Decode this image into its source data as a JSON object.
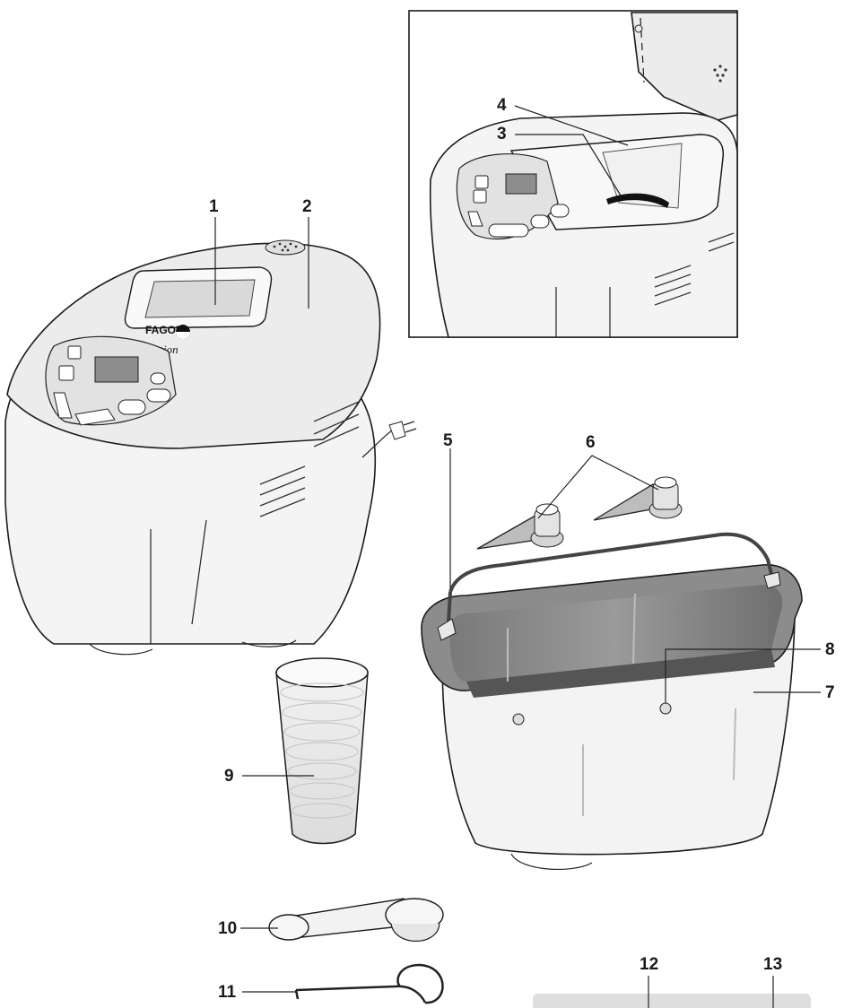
{
  "brand": "FAGOR",
  "model": "Tentation",
  "callouts": {
    "c1": "1",
    "c2": "2",
    "c3": "3",
    "c4": "4",
    "c5": "5",
    "c6": "6",
    "c7": "7",
    "c8": "8",
    "c9": "9",
    "c10": "10",
    "c11": "11",
    "c12": "12",
    "c13": "13"
  },
  "colors": {
    "line": "#1c1c1c",
    "body": "#f4f4f4",
    "pan_inside": "#8a8a8a",
    "bar": "#dedede"
  }
}
